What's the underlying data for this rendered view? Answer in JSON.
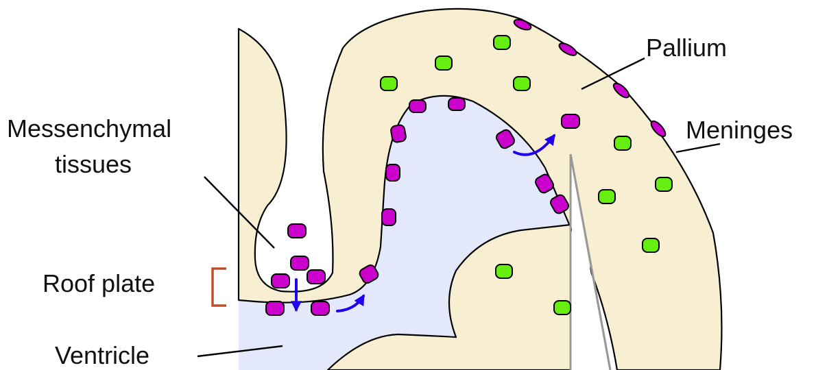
{
  "labels": {
    "pallium": "Pallium",
    "meninges": "Meninges",
    "mesenchymal_line1": "Messenchymal",
    "mesenchymal_line2": "tissues",
    "roof_plate": "Roof plate",
    "ventricle": "Ventricle"
  },
  "colors": {
    "tissue_fill": "#f8efd2",
    "ventricle_fill": "#e3e9fb",
    "magenta_cell": "#cc00cc",
    "green_cell": "#66ee11",
    "arrow": "#2200ee",
    "bracket": "#c0502a",
    "divider": "#999999"
  }
}
